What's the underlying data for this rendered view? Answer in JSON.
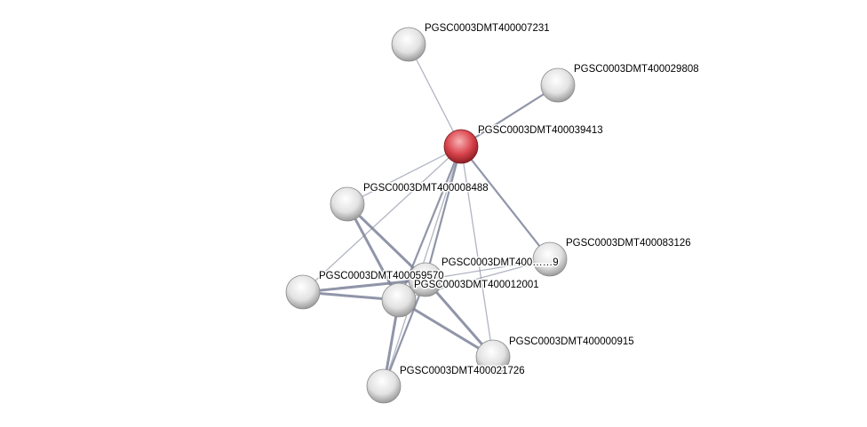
{
  "colors": {
    "query_node": "#d9434b",
    "node": "#e4e4e4",
    "edge": "#7c8399"
  },
  "nodes": [
    {
      "id": "n7231",
      "label": "PGSC0003DMT400007231",
      "query": false
    },
    {
      "id": "n29808",
      "label": "PGSC0003DMT400029808",
      "query": false
    },
    {
      "id": "n39413",
      "label": "PGSC0003DMT400039413",
      "query": true
    },
    {
      "id": "n8488",
      "label": "PGSC0003DMT400008488",
      "query": false
    },
    {
      "id": "n83126",
      "label": "PGSC0003DMT400083126",
      "query": false
    },
    {
      "id": "n59570",
      "label": "PGSC0003DMT400059570",
      "query": false
    },
    {
      "id": "nX9",
      "label": "PGSC0003DMT400……9",
      "query": false
    },
    {
      "id": "n12001",
      "label": "PGSC0003DMT400012001",
      "query": false
    },
    {
      "id": "n915",
      "label": "PGSC0003DMT400000915",
      "query": false
    },
    {
      "id": "n21726",
      "label": "PGSC0003DMT400021726",
      "query": false
    }
  ],
  "edges": [
    [
      "n39413",
      "n7231",
      1
    ],
    [
      "n39413",
      "n29808",
      2
    ],
    [
      "n39413",
      "n8488",
      1
    ],
    [
      "n39413",
      "n83126",
      2
    ],
    [
      "n39413",
      "n59570",
      1
    ],
    [
      "n39413",
      "nX9",
      2
    ],
    [
      "n39413",
      "n12001",
      2
    ],
    [
      "n39413",
      "n21726",
      1
    ],
    [
      "n39413",
      "n915",
      1
    ],
    [
      "n8488",
      "n12001",
      3
    ],
    [
      "n8488",
      "nX9",
      3
    ],
    [
      "n59570",
      "n12001",
      3
    ],
    [
      "n59570",
      "nX9",
      3
    ],
    [
      "n12001",
      "n21726",
      3
    ],
    [
      "nX9",
      "n21726",
      2
    ],
    [
      "n12001",
      "n915",
      3
    ],
    [
      "nX9",
      "n915",
      3
    ],
    [
      "n83126",
      "nX9",
      1
    ],
    [
      "n83126",
      "n12001",
      1
    ]
  ]
}
